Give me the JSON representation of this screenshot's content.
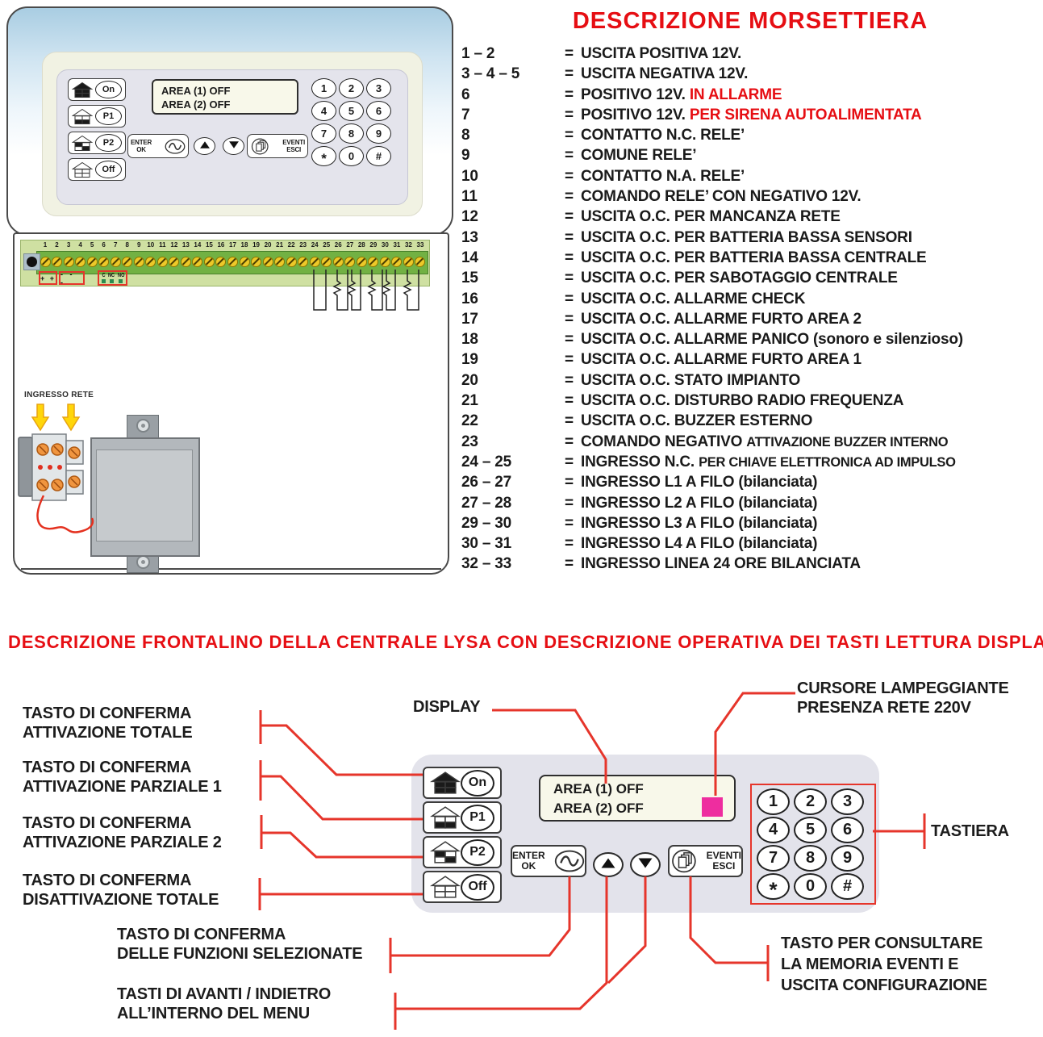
{
  "title": "DESCRIZIONE MORSETTIERA",
  "mid_heading": "DESCRIZIONE FRONTALINO DELLA CENTRALE LYSA CON DESCRIZIONE OPERATIVA DEI TASTI LETTURA DISPLAY",
  "terminal_list": [
    {
      "num": "1 – 2",
      "parts": [
        {
          "t": "USCITA POSITIVA 12V."
        }
      ]
    },
    {
      "num": "3 – 4 – 5",
      "parts": [
        {
          "t": "USCITA NEGATIVA 12V."
        }
      ]
    },
    {
      "num": "6",
      "parts": [
        {
          "t": "POSITIVO 12V. "
        },
        {
          "t": "IN ALLARME",
          "red": true
        }
      ]
    },
    {
      "num": "7",
      "parts": [
        {
          "t": "POSITIVO 12V. "
        },
        {
          "t": "PER SIRENA AUTOALIMENTATA",
          "red": true
        }
      ]
    },
    {
      "num": "8",
      "parts": [
        {
          "t": "CONTATTO N.C. RELE’"
        }
      ]
    },
    {
      "num": "9",
      "parts": [
        {
          "t": "COMUNE RELE’"
        }
      ]
    },
    {
      "num": "10",
      "parts": [
        {
          "t": "CONTATTO N.A. RELE’"
        }
      ]
    },
    {
      "num": "11",
      "parts": [
        {
          "t": "COMANDO RELE’ CON NEGATIVO 12V."
        }
      ]
    },
    {
      "num": "12",
      "parts": [
        {
          "t": "USCITA O.C. PER MANCANZA RETE"
        }
      ]
    },
    {
      "num": "13",
      "parts": [
        {
          "t": "USCITA O.C. PER BATTERIA BASSA SENSORI"
        }
      ]
    },
    {
      "num": "14",
      "parts": [
        {
          "t": "USCITA O.C. PER BATTERIA BASSA CENTRALE"
        }
      ]
    },
    {
      "num": "15",
      "parts": [
        {
          "t": "USCITA O.C. PER SABOTAGGIO CENTRALE"
        }
      ]
    },
    {
      "num": "16",
      "parts": [
        {
          "t": "USCITA O.C. ALLARME CHECK"
        }
      ]
    },
    {
      "num": "17",
      "parts": [
        {
          "t": "USCITA O.C. ALLARME FURTO AREA 2"
        }
      ]
    },
    {
      "num": "18",
      "parts": [
        {
          "t": "USCITA O.C. ALLARME PANICO "
        },
        {
          "t": "(sonoro e silenzioso)"
        }
      ]
    },
    {
      "num": "19",
      "parts": [
        {
          "t": "USCITA O.C. ALLARME FURTO AREA 1"
        }
      ]
    },
    {
      "num": "20",
      "parts": [
        {
          "t": "USCITA O.C. STATO IMPIANTO"
        }
      ]
    },
    {
      "num": "21",
      "parts": [
        {
          "t": "USCITA O.C. DISTURBO RADIO FREQUENZA"
        }
      ]
    },
    {
      "num": "22",
      "parts": [
        {
          "t": "USCITA O.C. BUZZER ESTERNO"
        }
      ]
    },
    {
      "num": "23",
      "parts": [
        {
          "t": "COMANDO NEGATIVO "
        },
        {
          "t": "ATTIVAZIONE BUZZER INTERNO",
          "narrow": true
        }
      ]
    },
    {
      "num": "24 – 25",
      "parts": [
        {
          "t": "INGRESSO N.C. "
        },
        {
          "t": "PER CHIAVE ELETTRONICA AD IMPULSO",
          "narrow": true
        }
      ]
    },
    {
      "num": "26 – 27",
      "parts": [
        {
          "t": "INGRESSO L1 A FILO (bilanciata)"
        }
      ]
    },
    {
      "num": "27 – 28",
      "parts": [
        {
          "t": "INGRESSO L2 A FILO (bilanciata)"
        }
      ]
    },
    {
      "num": "29 – 30",
      "parts": [
        {
          "t": "INGRESSO L3 A FILO (bilanciata)"
        }
      ]
    },
    {
      "num": "30 – 31",
      "parts": [
        {
          "t": "INGRESSO L4 A FILO (bilanciata)"
        }
      ]
    },
    {
      "num": "32 – 33",
      "parts": [
        {
          "t": "INGRESSO LINEA 24 ORE BILANCIATA"
        }
      ]
    }
  ],
  "terminal_strip": {
    "numbers": [
      "1",
      "2",
      "3",
      "4",
      "5",
      "6",
      "7",
      "8",
      "9",
      "10",
      "11",
      "12",
      "13",
      "14",
      "15",
      "16",
      "17",
      "18",
      "19",
      "20",
      "21",
      "22",
      "23",
      "24",
      "25",
      "26",
      "27",
      "28",
      "29",
      "30",
      "31",
      "32",
      "33"
    ],
    "plus_label": "+ +",
    "minus_label": "- - -",
    "relay_labels": [
      "C",
      "NC",
      "NO"
    ],
    "ingresso_rete_label": "INGRESSO RETE"
  },
  "panel": {
    "display_lines": [
      "AREA (1) OFF",
      "AREA (2) OFF"
    ],
    "buttons": [
      {
        "label": "On",
        "variant": "total"
      },
      {
        "label": "P1",
        "variant": "partial1"
      },
      {
        "label": "P2",
        "variant": "partial2"
      },
      {
        "label": "Off",
        "variant": "off"
      }
    ],
    "enter_button": [
      "ENTER",
      "OK"
    ],
    "eventi_button": [
      "EVENTI",
      "ESCI"
    ],
    "keys": [
      "1",
      "2",
      "3",
      "4",
      "5",
      "6",
      "7",
      "8",
      "9",
      "*",
      "0",
      "#"
    ]
  },
  "callouts": {
    "display": "DISPLAY",
    "cursore": [
      "CURSORE LAMPEGGIANTE",
      "PRESENZA RETE 220V"
    ],
    "tastiera": "TASTIERA",
    "conferma_totale": [
      "TASTO DI CONFERMA",
      "ATTIVAZIONE TOTALE"
    ],
    "conferma_parziale1": [
      "TASTO DI CONFERMA",
      "ATTIVAZIONE PARZIALE 1"
    ],
    "conferma_parziale2": [
      "TASTO DI CONFERMA",
      "ATTIVAZIONE PARZIALE 2"
    ],
    "disattivazione": [
      "TASTO DI CONFERMA",
      "DISATTIVAZIONE TOTALE"
    ],
    "conferma_funzioni": [
      "TASTO DI CONFERMA",
      "DELLE FUNZIONI SELEZIONATE"
    ],
    "avanti_indietro": [
      "TASTI DI AVANTI / INDIETRO",
      "ALL’INTERNO DEL MENU"
    ],
    "memoria_eventi": [
      "TASTO PER CONSULTARE",
      "LA MEMORIA EVENTI E",
      "USCITA CONFIGURAZIONE"
    ]
  },
  "colors": {
    "accent_red": "#e60e13",
    "line_red": "#e6352b",
    "cursor_magenta": "#ee2d9f",
    "strip_green_light": "#cfe0a2",
    "strip_green_dark": "#72b143",
    "screw_yellow": "#edc929",
    "panel_gray": "#e4e4ec",
    "display_cream": "#f8f8ea",
    "arrow_yellow": "#ffd60a"
  }
}
